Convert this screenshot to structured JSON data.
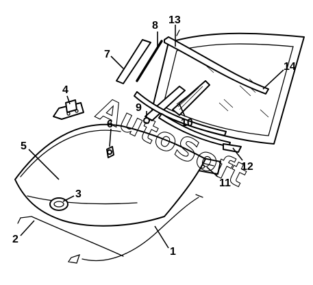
{
  "watermark": {
    "text": "AutoSoft"
  },
  "callouts": [
    {
      "id": "1",
      "label": "1"
    },
    {
      "id": "2",
      "label": "2"
    },
    {
      "id": "3",
      "label": "3"
    },
    {
      "id": "4",
      "label": "4"
    },
    {
      "id": "5",
      "label": "5"
    },
    {
      "id": "6",
      "label": "6"
    },
    {
      "id": "7",
      "label": "7"
    },
    {
      "id": "8",
      "label": "8"
    },
    {
      "id": "9",
      "label": "9"
    },
    {
      "id": "10",
      "label": "10"
    },
    {
      "id": "11",
      "label": "11"
    },
    {
      "id": "12",
      "label": "12"
    },
    {
      "id": "13",
      "label": "13"
    },
    {
      "id": "14",
      "label": "14"
    }
  ]
}
